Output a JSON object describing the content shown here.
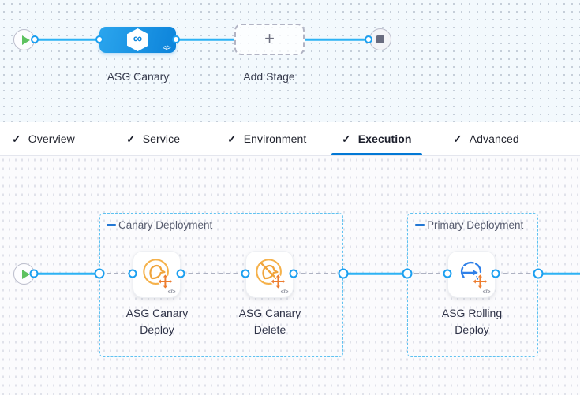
{
  "pipeline": {
    "stage_label": "ASG Canary",
    "add_stage_label": "Add Stage",
    "plus_glyph": "+",
    "infinity_glyph": "∞",
    "code_glyph": "</>"
  },
  "tabs": {
    "check_glyph": "✓",
    "items": [
      {
        "label": "Overview",
        "active": false
      },
      {
        "label": "Service",
        "active": false
      },
      {
        "label": "Environment",
        "active": false
      },
      {
        "label": "Execution",
        "active": true
      },
      {
        "label": "Advanced",
        "active": false
      }
    ]
  },
  "execution": {
    "code_glyph": "</>",
    "groups": [
      {
        "title": "Canary Deployment",
        "steps": [
          {
            "name_line1": "ASG Canary",
            "name_line2": "Deploy"
          },
          {
            "name_line1": "ASG Canary",
            "name_line2": "Delete"
          }
        ]
      },
      {
        "title": "Primary Deployment",
        "steps": [
          {
            "name_line1": "ASG Rolling",
            "name_line2": "Deploy"
          }
        ]
      }
    ]
  },
  "colors": {
    "connector_blue": "#2db2f4",
    "port_blue": "#1b9ff0",
    "accent_blue": "#0278d5",
    "dashed_gray": "#aeb2c2",
    "group_border_blue": "#5fc2f1",
    "step_icon_orange": "#f0a43c",
    "step_icon_orange_dark": "#ed7d2f",
    "rolling_icon_blue": "#2f80e8",
    "play_green": "#5fc260",
    "stop_gray": "#696b7f"
  }
}
